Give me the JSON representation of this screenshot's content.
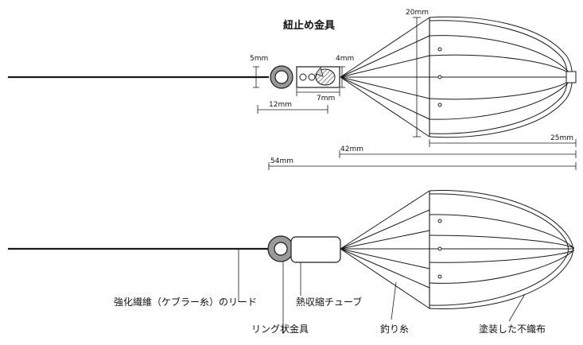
{
  "colors": {
    "stroke": "#1a1a1a",
    "ring_fill": "#9a9a9a",
    "hatch": "#555555",
    "background": "#ffffff"
  },
  "top_diagram": {
    "title": "紐止め金具",
    "dimensions": {
      "ring_diameter": "5mm",
      "ring_to_fitting": "12mm",
      "fitting_length": "7mm",
      "fitting_height": "4mm",
      "cage_diameter": "20mm",
      "cage_length": "25mm",
      "fitting_to_end": "42mm",
      "total_length": "54mm"
    }
  },
  "bottom_diagram": {
    "labels": {
      "kevlar_line": "強化繊維（ケブラー糸）のリード",
      "heat_shrink": "熱収縮チューブ",
      "ring": "リング状金具",
      "fishing_line": "釣り糸",
      "cloth": "塗装した不織布"
    }
  }
}
